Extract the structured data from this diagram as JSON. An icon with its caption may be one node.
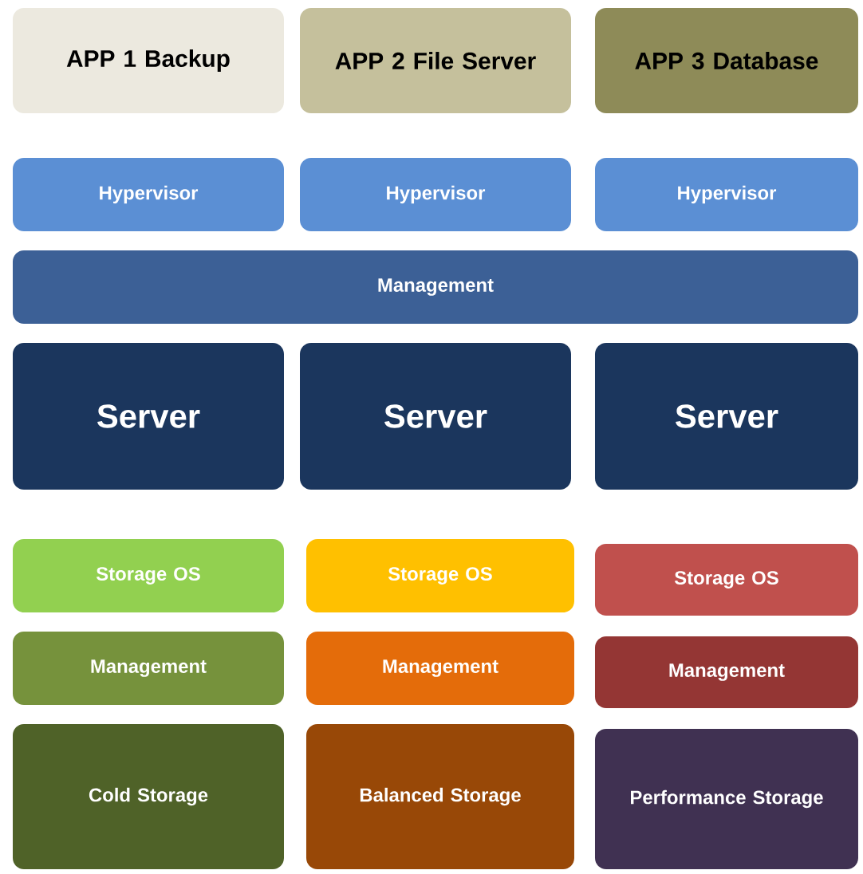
{
  "diagram": {
    "nodes": [
      {
        "text": [
          "APP 1 Backup"
        ]
      },
      {
        "text": [
          "APP 2 File Server"
        ]
      },
      {
        "text": [
          "APP 3 Database"
        ]
      },
      {
        "text": [
          "Hypervisor"
        ]
      },
      {
        "text": [
          "Hypervisor"
        ]
      },
      {
        "text": [
          "Hypervisor"
        ]
      },
      {
        "text": [
          "Management"
        ]
      },
      {
        "text": [
          "Server"
        ]
      },
      {
        "text": [
          "Server"
        ]
      },
      {
        "text": [
          "Server"
        ]
      },
      {
        "text": [
          "Storage OS"
        ]
      },
      {
        "text": [
          "Storage OS"
        ]
      },
      {
        "text": [
          "Storage OS"
        ]
      },
      {
        "text": [
          "Management"
        ]
      },
      {
        "text": [
          "Management"
        ]
      },
      {
        "text": [
          "Management"
        ]
      },
      {
        "text": [
          "Cold Storage"
        ]
      },
      {
        "text": [
          "Balanced Storage"
        ]
      },
      {
        "text": [
          "Performance Storage"
        ]
      }
    ]
  }
}
